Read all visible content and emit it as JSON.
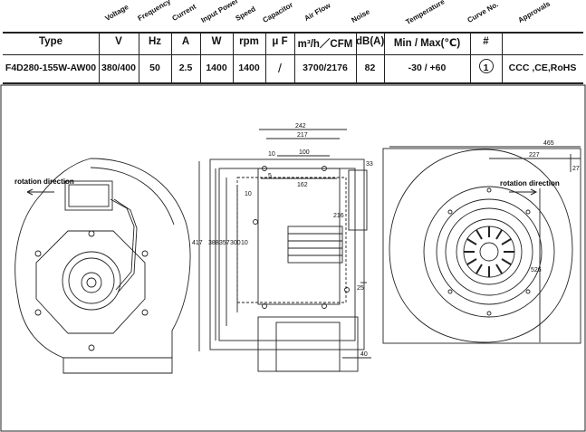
{
  "spec_table": {
    "headers": [
      "Voltage",
      "Frequency",
      "Current",
      "Input Power",
      "Speed",
      "Capacitor",
      "Air Flow",
      "Noise",
      "Temperature",
      "Curve No.",
      "Approvals"
    ],
    "units": [
      "Type",
      "V",
      "Hz",
      "A",
      "W",
      "rpm",
      "μ F",
      "m³/h／CFM",
      "dB(A)",
      "Min / Max(℃)",
      "#"
    ],
    "row": {
      "type": "F4D280-155W-AW00",
      "voltage": "380/400",
      "frequency": "50",
      "current": "2.5",
      "power": "1400",
      "speed": "1400",
      "capacitor": "/",
      "airflow": "3700/2176",
      "noise": "82",
      "temperature": "-30 / +60",
      "curve": "1",
      "approvals": "CCC ,CE,RoHS"
    }
  },
  "drawing": {
    "left_label": "rotation direction",
    "right_label": "rotation direction",
    "dims_side": [
      "242",
      "217",
      "100",
      "10",
      "5",
      "162",
      "10",
      "216",
      "33",
      "417",
      "388",
      "357",
      "300",
      "10",
      "25",
      "40"
    ],
    "dims_right": [
      "465",
      "227",
      "27",
      "526"
    ]
  },
  "colors": {
    "line": "#222222",
    "border": "#000000",
    "background": "#ffffff"
  }
}
